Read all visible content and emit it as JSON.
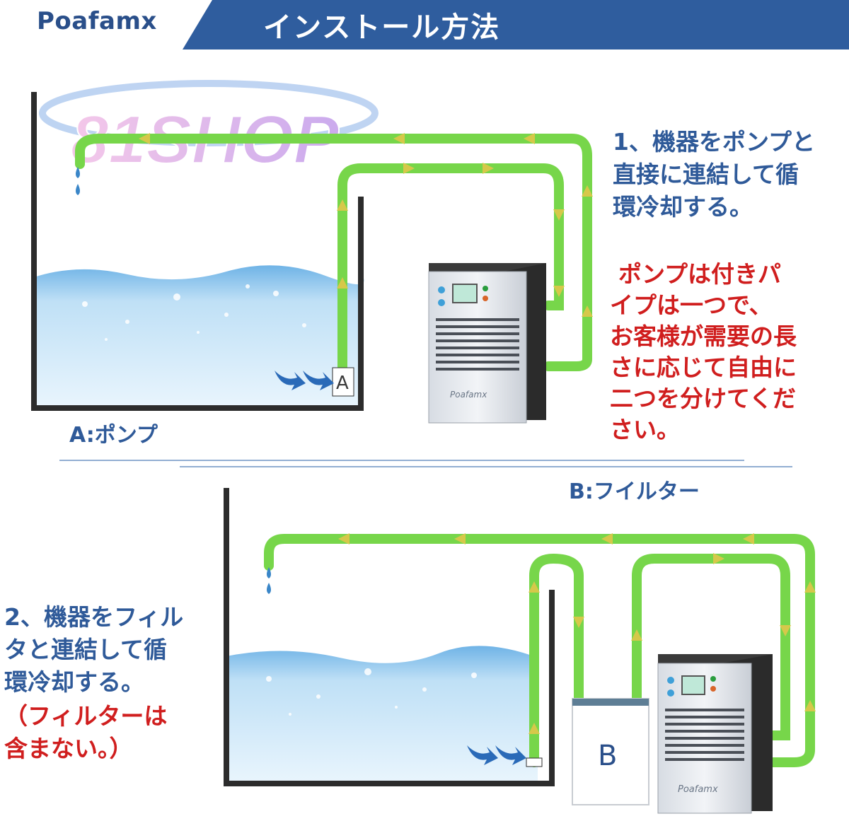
{
  "header": {
    "brand": "Poafamx",
    "title": "インストール方法"
  },
  "watermark": {
    "text": "81SHOP"
  },
  "section1": {
    "instruction_lines": [
      "1、機器をポンプと",
      "直接に連結して循",
      "環冷却する。"
    ],
    "note_lines": [
      "ポンプは付きパ",
      "イプは一つで、",
      "お客様が需要の長",
      "さに応じて自由に",
      "二つを分けてくだ",
      "さい。"
    ],
    "pump_box_label": "A",
    "pump_caption": "A:ポンプ",
    "chiller_brand": "Poafamx"
  },
  "section2": {
    "filter_caption": "B:フイルター",
    "instruction_lines": [
      "2、機器をフィル",
      "タと連結して循",
      "環冷却する。"
    ],
    "note_lines": [
      "（フィルターは",
      "含まない。）"
    ],
    "filter_box_label": "B",
    "chiller_brand": "Poafamx"
  },
  "colors": {
    "header_bg": "#2f5d9e",
    "pipe_green": "#77d64a",
    "arrow_yellow": "#d6c84a",
    "text_blue": "#2f5a99",
    "text_red": "#d01e1e",
    "tank_wall": "#2c2c2c"
  }
}
